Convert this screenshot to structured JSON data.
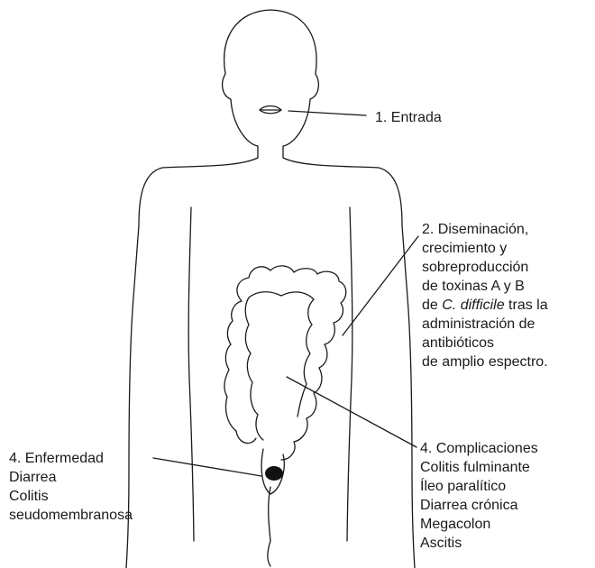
{
  "labels": {
    "entry": "1. Entrada",
    "spread": {
      "lines": [
        "2. Diseminación,",
        "crecimiento y",
        "sobreproducción",
        "de toxinas A y B"
      ],
      "line5_prefix": "de ",
      "line5_italic": "C. difficile",
      "line5_suffix": " tras la",
      "lines_after": [
        "administración de",
        "antibióticos",
        "de amplio espectro."
      ]
    },
    "disease": {
      "title": "4. Enfermedad",
      "items": [
        "Diarrea",
        "Colitis",
        "seudomembranosa"
      ]
    },
    "complications": {
      "title": "4. Complicaciones",
      "items": [
        "Colitis fulminante",
        "Íleo paralítico",
        "Diarrea crónica",
        "Megacolon",
        "Ascitis"
      ]
    }
  },
  "colors": {
    "outline": "#1a1a1a",
    "background": "#ffffff"
  }
}
